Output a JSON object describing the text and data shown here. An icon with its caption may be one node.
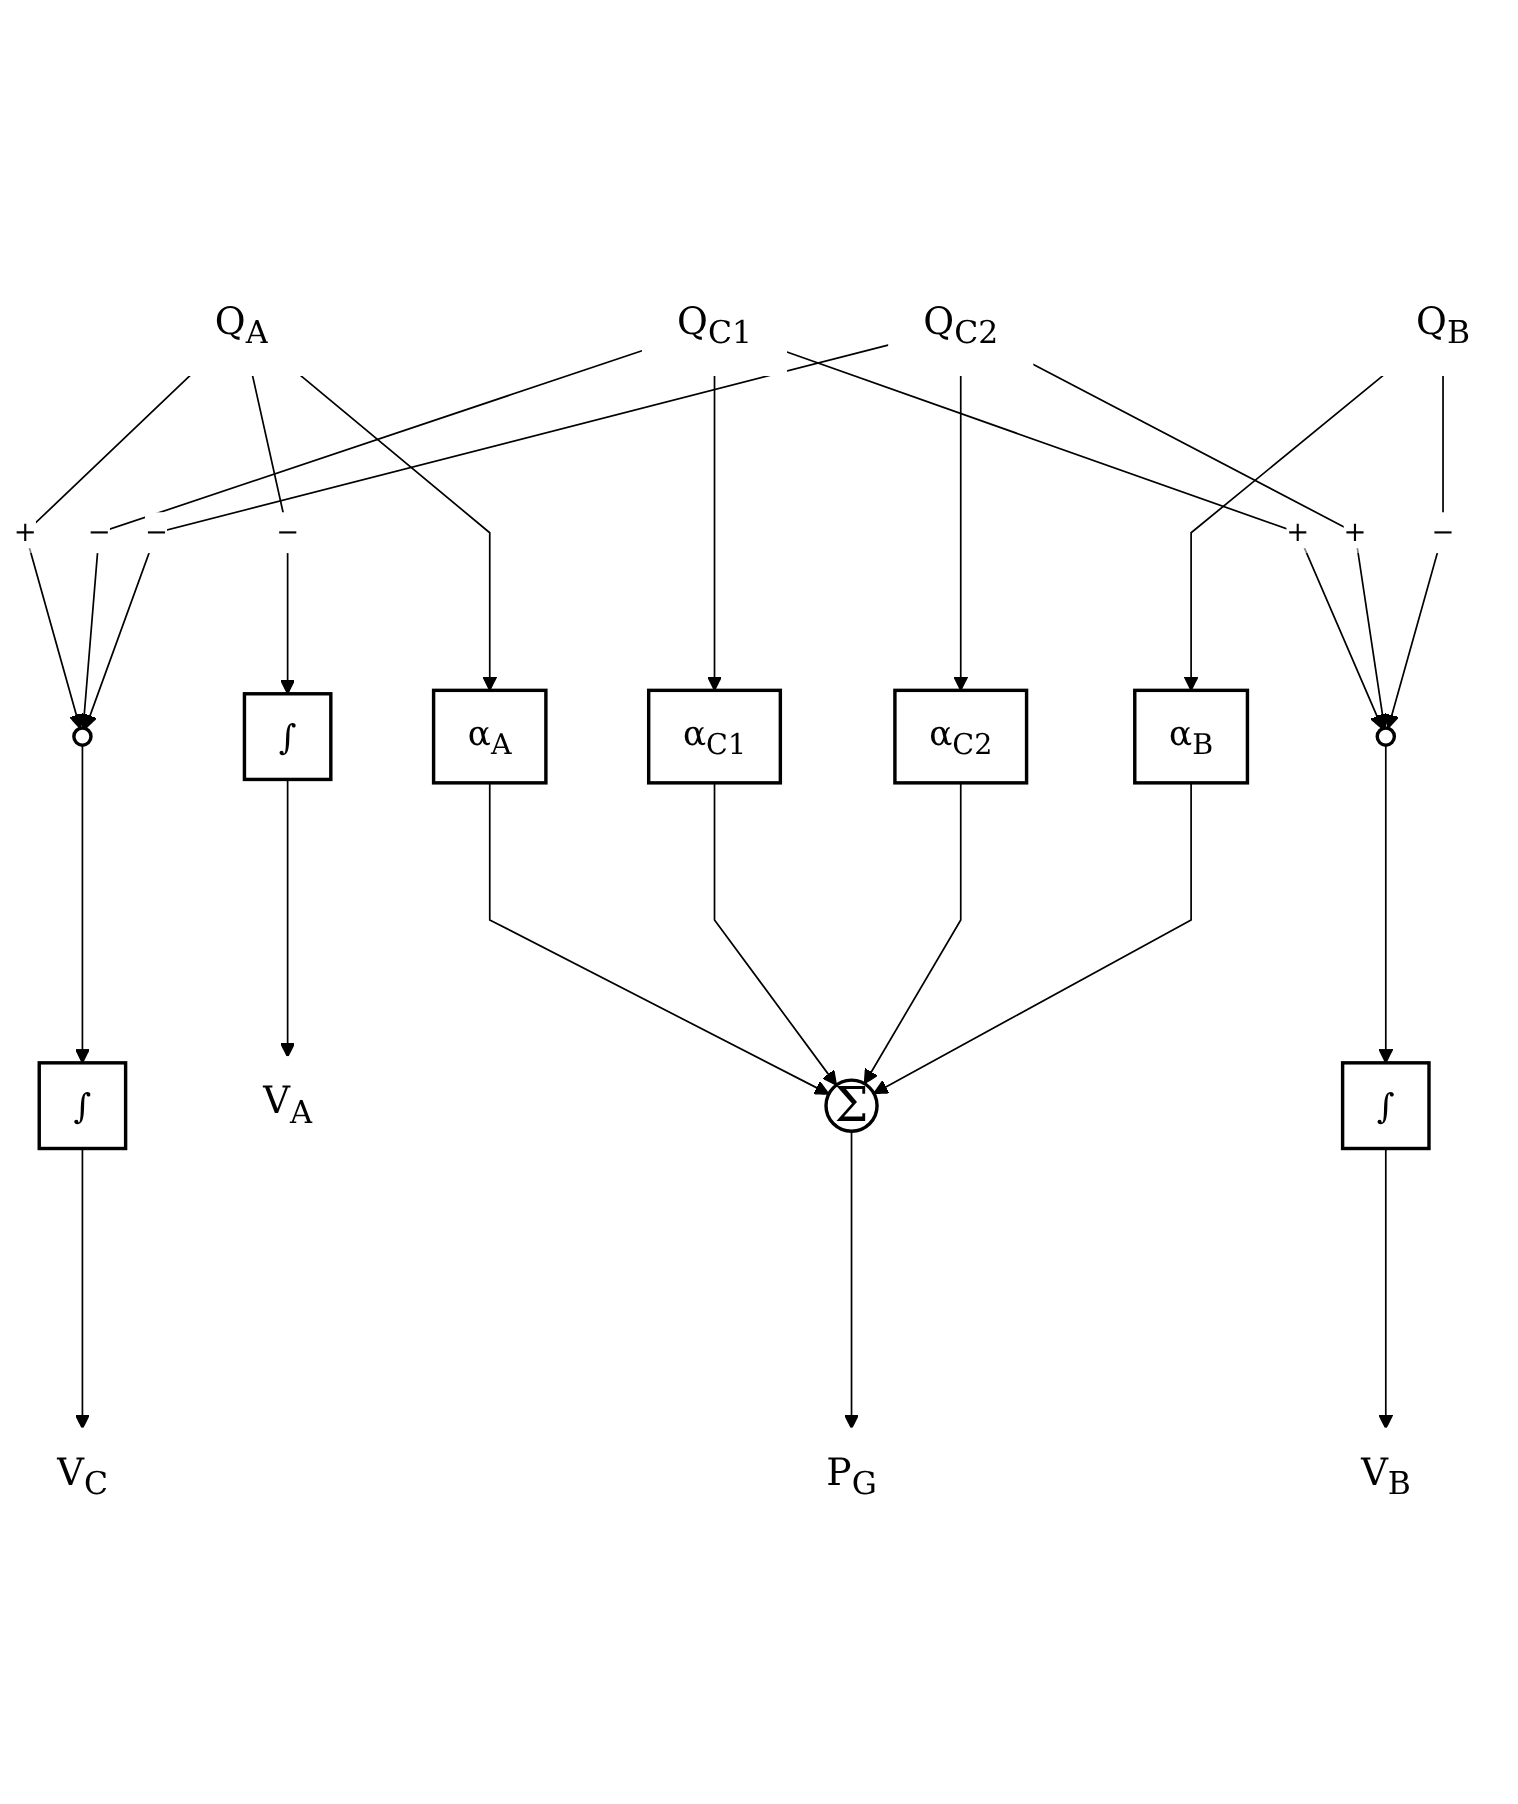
{
  "diagram": {
    "nodes": [
      {
        "text": [
          "Q$_{A}$"
        ]
      },
      {
        "text": [
          "Q$_{C1}$"
        ]
      },
      {
        "text": [
          "Q$_{C2}$"
        ]
      },
      {
        "text": [
          "Q$_{B}$"
        ]
      },
      {
        "text": [],
        "shape": "circle"
      },
      {
        "text": [
          "∫"
        ]
      },
      {
        "text": [
          "V$_{C}$"
        ]
      },
      {
        "text": [
          "∫"
        ]
      },
      {
        "text": [
          "V$_{A}$"
        ]
      },
      {
        "text": [],
        "shape": "circle"
      },
      {
        "text": [
          "∫"
        ]
      },
      {
        "text": [
          "V$_{B}$"
        ]
      },
      {
        "text": [
          "α$_{A}$"
        ]
      },
      {
        "text": [
          "α$_{C1}$"
        ]
      },
      {
        "text": [
          "α$_{C2}$"
        ]
      },
      {
        "text": [
          "α$_{B}$"
        ]
      },
      {
        "text": [
          "Σ"
        ]
      },
      {
        "text": [
          "P$_{G}$"
        ]
      }
    ],
    "edges": [
      {
        "from": 0,
        "to": 4,
        "arrow": "to",
        "label": "+"
      },
      {
        "from": 1,
        "to": 4,
        "arrow": "to",
        "label": "−"
      },
      {
        "from": 2,
        "to": 4,
        "arrow": "to",
        "label": "−"
      },
      {
        "from": 4,
        "to": 5,
        "arrow": "to"
      },
      {
        "from": 5,
        "to": 6,
        "arrow": "to"
      },
      {
        "from": 0,
        "to": 7,
        "arrow": "to",
        "label": "−"
      },
      {
        "from": 7,
        "to": 8,
        "arrow": "to"
      },
      {
        "from": 1,
        "to": 9,
        "arrow": "to",
        "label": "+"
      },
      {
        "from": 2,
        "to": 9,
        "arrow": "to",
        "label": "+"
      },
      {
        "from": 3,
        "to": 9,
        "arrow": "to",
        "label": "−"
      },
      {
        "from": 9,
        "to": 10,
        "arrow": "to"
      },
      {
        "from": 10,
        "to": 11,
        "arrow": "to"
      },
      {
        "from": 0,
        "to": 12,
        "arrow": "to"
      },
      {
        "from": 1,
        "to": 13,
        "arrow": "to"
      },
      {
        "from": 2,
        "to": 14,
        "arrow": "to"
      },
      {
        "from": 3,
        "to": 15,
        "arrow": "to"
      },
      {
        "from": 12,
        "to": 16,
        "arrow": "to"
      },
      {
        "from": 13,
        "to": 16,
        "arrow": "to"
      },
      {
        "from": 14,
        "to": 16,
        "arrow": "to"
      },
      {
        "from": 15,
        "to": 16,
        "arrow": "to"
      },
      {
        "from": 16,
        "to": 17,
        "arrow": "to"
      }
    ]
  }
}
